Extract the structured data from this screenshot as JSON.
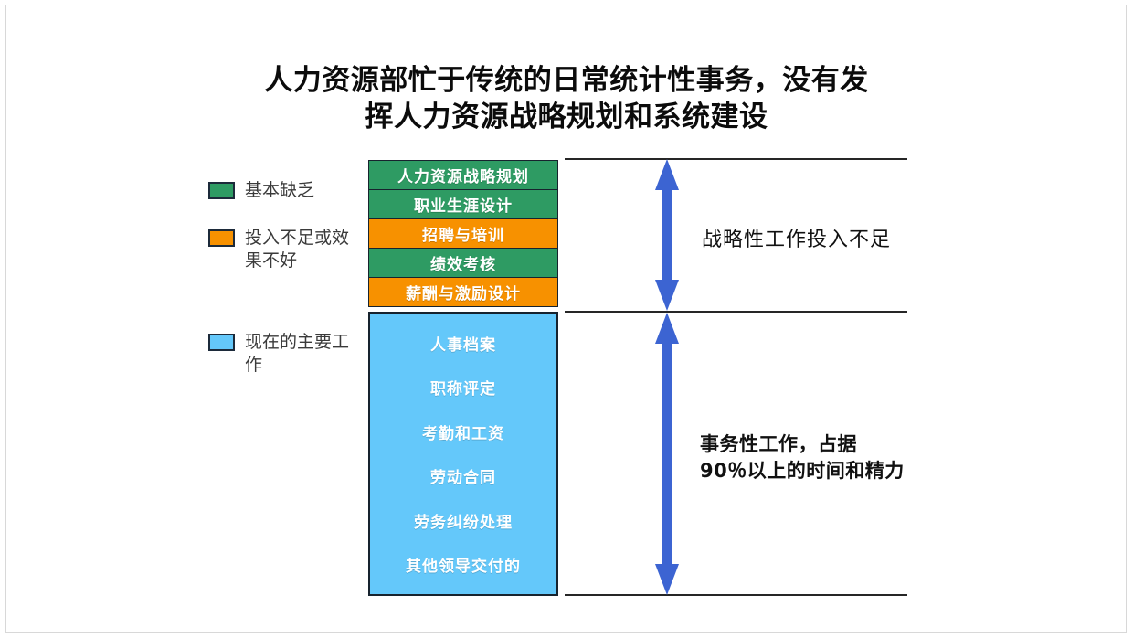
{
  "slide": {
    "title_line1": "人力资源部忙于传统的日常统计性事务，没有发",
    "title_line2": "挥人力资源战略规划和系统建设"
  },
  "legend": {
    "items": [
      {
        "label": "基本缺乏",
        "color": "#2E9B63"
      },
      {
        "label": "投入不足或效果不好",
        "color": "#F79100"
      },
      {
        "label": "现在的主要工作",
        "color": "#64C8FA"
      }
    ]
  },
  "strategic_block": {
    "items": [
      {
        "label": "人力资源战略规划",
        "color": "#2E9B63",
        "status": "基本缺乏"
      },
      {
        "label": "职业生涯设计",
        "color": "#2E9B63",
        "status": "基本缺乏"
      },
      {
        "label": "招聘与培训",
        "color": "#F79100",
        "status": "投入不足或效果不好"
      },
      {
        "label": "绩效考核",
        "color": "#2E9B63",
        "status": "基本缺乏"
      },
      {
        "label": "薪酬与激励设计",
        "color": "#F79100",
        "status": "投入不足或效果不好"
      }
    ]
  },
  "operational_block": {
    "color": "#64C8FA",
    "items": [
      {
        "label": "人事档案"
      },
      {
        "label": "职称评定"
      },
      {
        "label": "考勤和工资"
      },
      {
        "label": "劳动合同"
      },
      {
        "label": "劳务纠纷处理"
      },
      {
        "label": "其他领导交付的"
      }
    ]
  },
  "annotations": {
    "top_caption": "战略性工作投入不足",
    "bottom_caption_line1": "事务性工作，占据",
    "bottom_caption_line2": "90％以上的时间和精力"
  },
  "colors": {
    "green": "#2E9B63",
    "orange": "#F79100",
    "light_blue": "#64C8FA",
    "arrow_blue": "#3C64D2",
    "rule": "#262626",
    "title_text": "#0B0B0B"
  }
}
